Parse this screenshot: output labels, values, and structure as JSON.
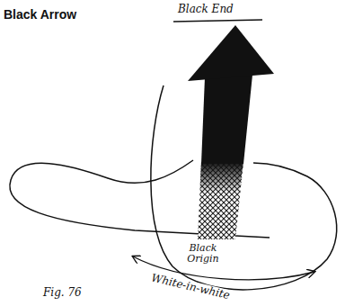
{
  "diagram": {
    "title": "Black Arrow",
    "caption": "Fig. 76",
    "labels": [
      "Black End",
      "Black Origin",
      "White-in-white"
    ]
  }
}
